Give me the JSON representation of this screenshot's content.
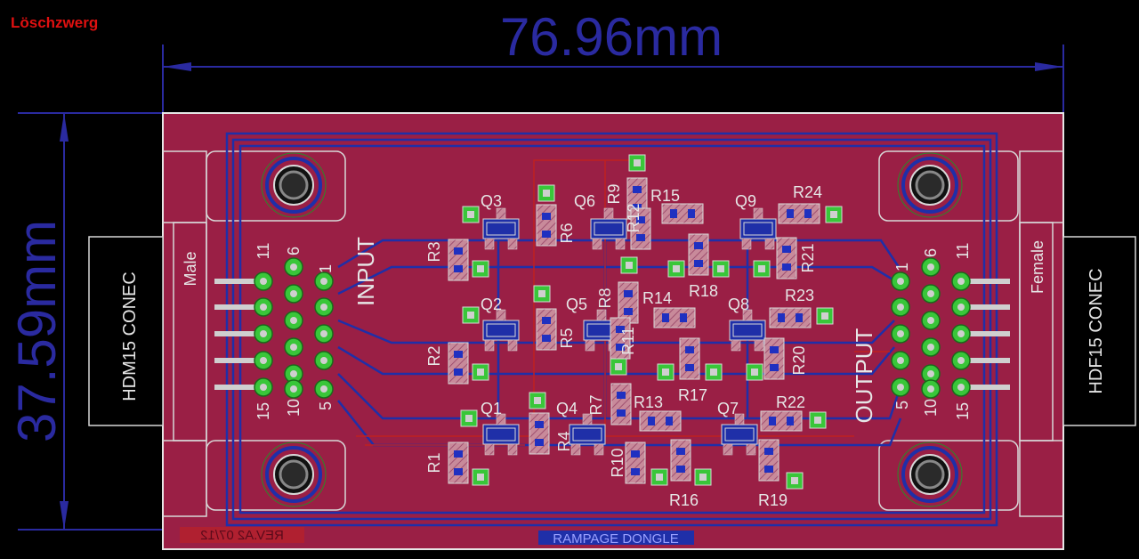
{
  "author": "Löschzwerg",
  "dimensions": {
    "width": "76.96mm",
    "height": "37.59mm"
  },
  "connectors": {
    "left": {
      "label": "HDM15 CONEC",
      "gender": "Male",
      "direction": "INPUT"
    },
    "right": {
      "label": "HDF15 CONEC",
      "gender": "Female",
      "direction": "OUTPUT"
    }
  },
  "pin_labels": {
    "p11": "11",
    "p6": "6",
    "p1": "1",
    "p15": "15",
    "p10": "10",
    "p5": "5"
  },
  "footer": {
    "board_name": "RAMPAGE DONGLE",
    "revision": "REV.A2 07/12"
  },
  "transistors": [
    "Q1",
    "Q2",
    "Q3",
    "Q4",
    "Q5",
    "Q6",
    "Q7",
    "Q8",
    "Q9"
  ],
  "resistors": [
    "R1",
    "R2",
    "R3",
    "R4",
    "R5",
    "R6",
    "R7",
    "R8",
    "R9",
    "R10",
    "R11",
    "R12",
    "R13",
    "R14",
    "R15",
    "R16",
    "R17",
    "R18",
    "R19",
    "R20",
    "R21",
    "R22",
    "R23",
    "R24"
  ],
  "colors": {
    "board": "#9a1f45",
    "outline": "#e6e6e6",
    "trace_blue": "#1f2fa8",
    "trace_red": "#c02020",
    "pad_green": "#39c639",
    "dimension": "#2a2aa0",
    "author": "#e01010"
  }
}
